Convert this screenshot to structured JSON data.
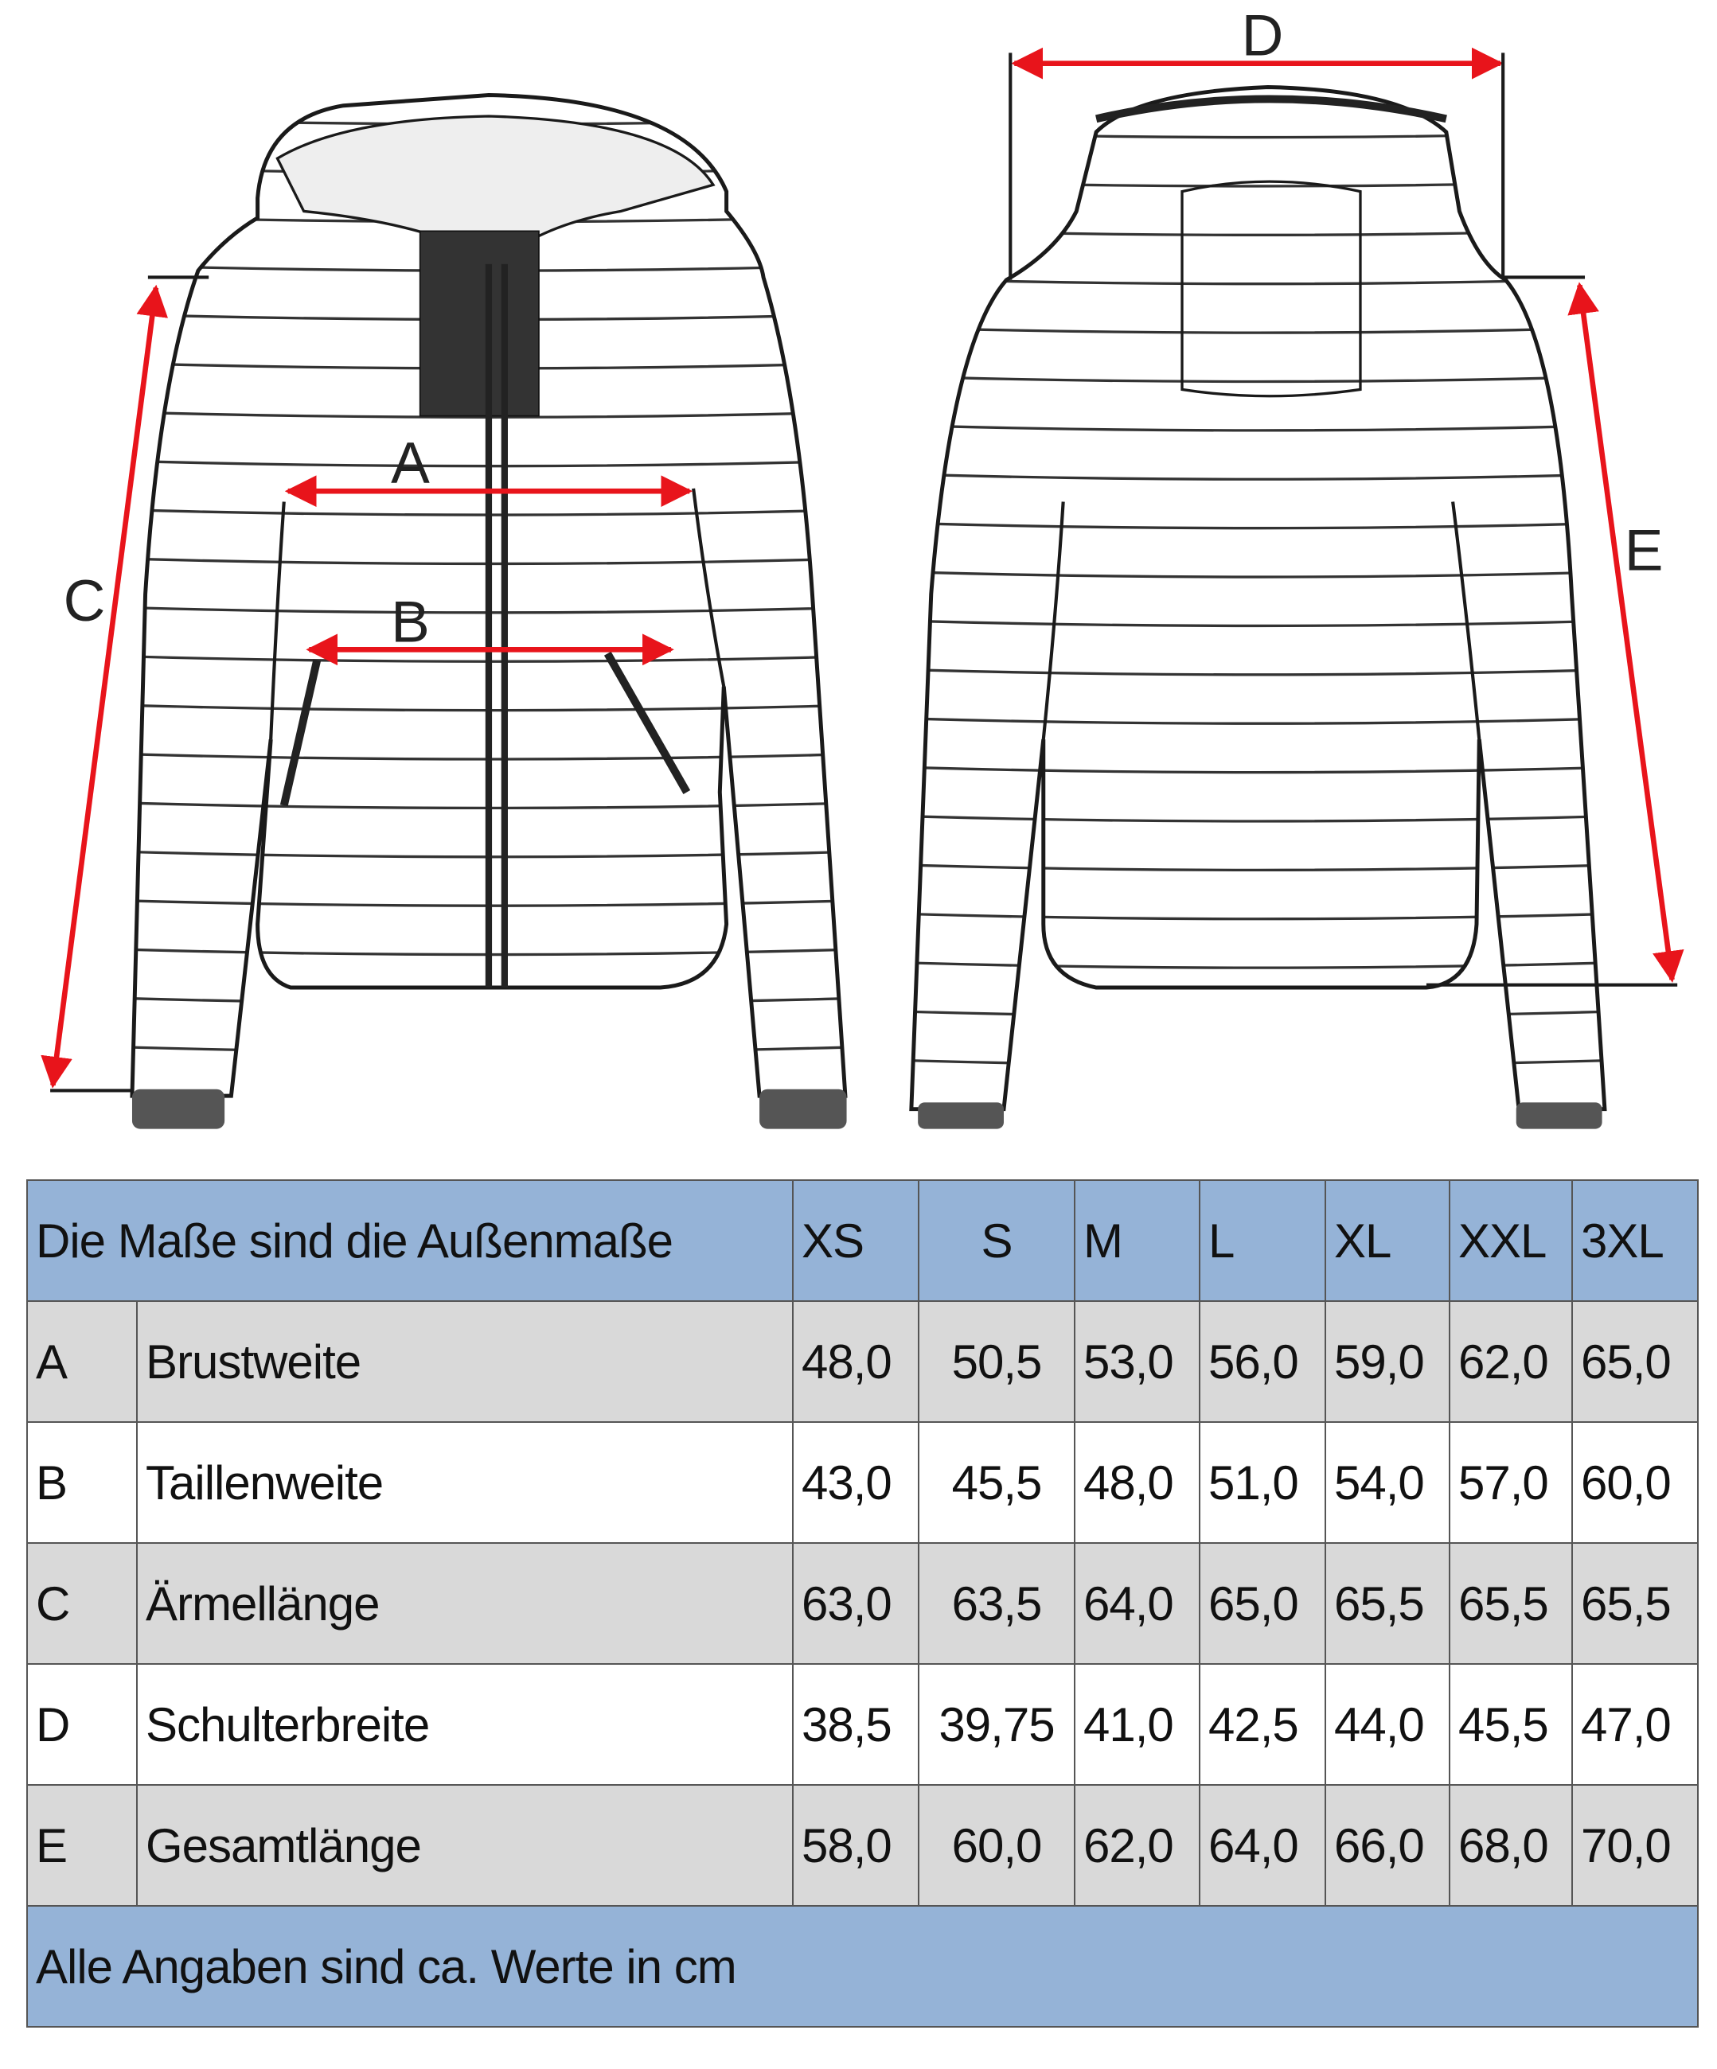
{
  "diagram": {
    "labels": {
      "A": "A",
      "B": "B",
      "C": "C",
      "D": "D",
      "E": "E"
    },
    "colors": {
      "arrow": "#e8141b",
      "line": "#1a1a1a"
    }
  },
  "table": {
    "header_title": "Die Maße sind die Außenmaße",
    "sizes": [
      "XS",
      "S",
      "M",
      "L",
      "XL",
      "XXL",
      "3XL"
    ],
    "rows": [
      {
        "key": "A",
        "name": "Brustweite",
        "values": [
          "48,0",
          "50,5",
          "53,0",
          "56,0",
          "59,0",
          "62,0",
          "65,0"
        ]
      },
      {
        "key": "B",
        "name": "Taillenweite",
        "values": [
          "43,0",
          "45,5",
          "48,0",
          "51,0",
          "54,0",
          "57,0",
          "60,0"
        ]
      },
      {
        "key": "C",
        "name": "Ärmellänge",
        "values": [
          "63,0",
          "63,5",
          "64,0",
          "65,0",
          "65,5",
          "65,5",
          "65,5"
        ]
      },
      {
        "key": "D",
        "name": "Schulterbreite",
        "values": [
          "38,5",
          "39,75",
          "41,0",
          "42,5",
          "44,0",
          "45,5",
          "47,0"
        ]
      },
      {
        "key": "E",
        "name": "Gesamtlänge",
        "values": [
          "58,0",
          "60,0",
          "62,0",
          "64,0",
          "66,0",
          "68,0",
          "70,0"
        ]
      }
    ],
    "footer": "Alle Angaben sind ca. Werte in cm",
    "colors": {
      "header": "#95b3d7",
      "row_grey": "#d9d9d9",
      "row_white": "#ffffff"
    }
  }
}
